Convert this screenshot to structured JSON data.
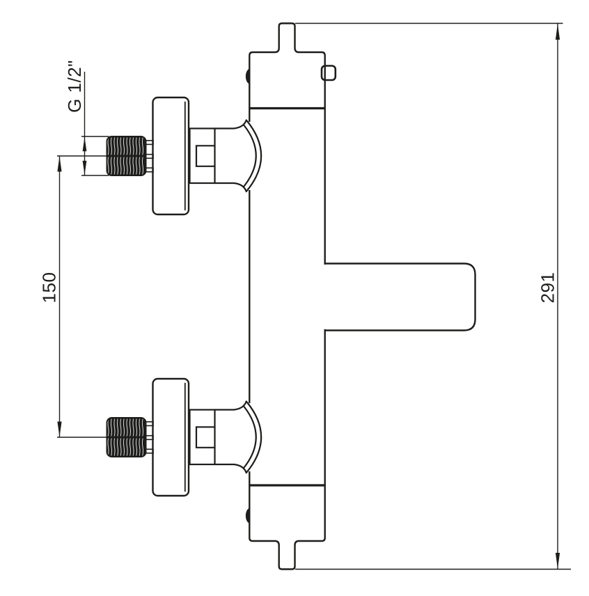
{
  "drawing": {
    "kind": "technical-dimension-drawing",
    "dimensions": {
      "thread": {
        "label": "G 1/2\""
      },
      "inlet_spacing": {
        "label": "150"
      },
      "overall_height": {
        "label": "291"
      }
    },
    "colors": {
      "line": "#1d1d1b",
      "background": "#ffffff",
      "thread_fill": "#1d1d1b",
      "thread_groove": "#d9d9d9"
    }
  }
}
